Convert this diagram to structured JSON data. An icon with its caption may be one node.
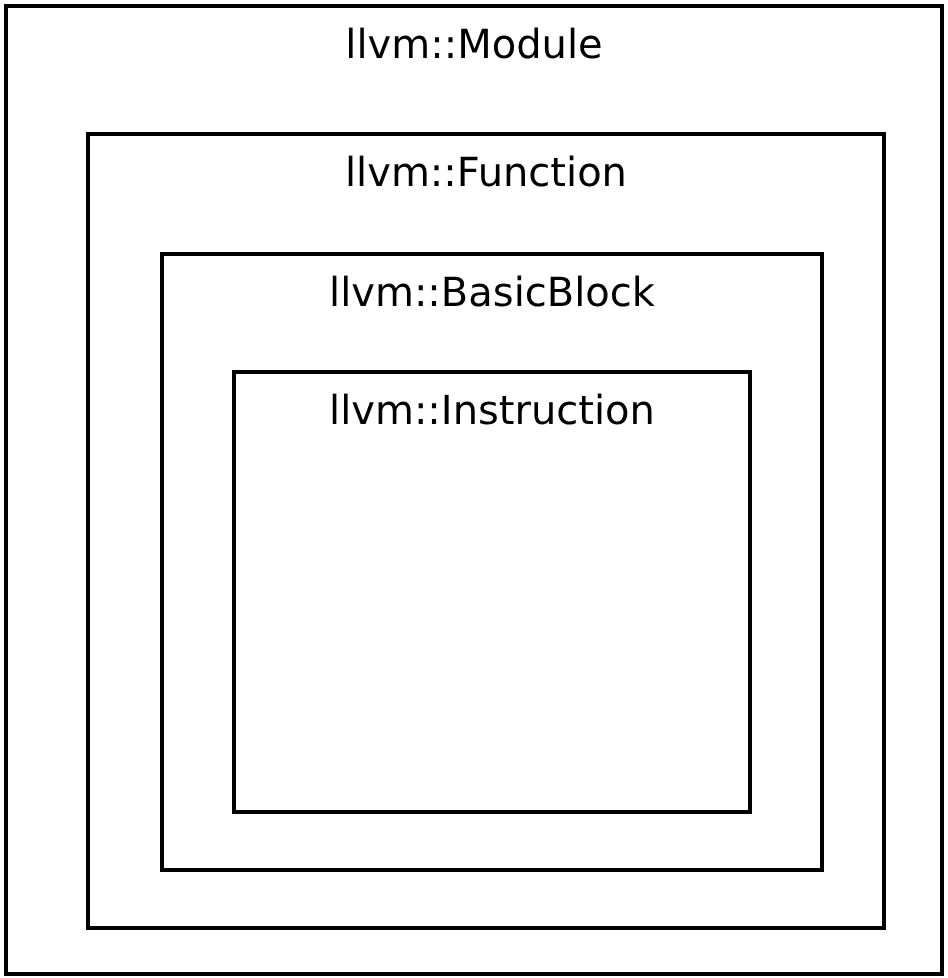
{
  "diagram": {
    "nodes": [
      {
        "text": [
          "llvm::Module"
        ]
      },
      {
        "text": [
          "llvm::Function"
        ],
        "in": 0
      },
      {
        "text": [
          "llvm::BasicBlock"
        ],
        "in": 1
      },
      {
        "text": [
          "llvm::Instruction"
        ],
        "in": 2
      }
    ]
  }
}
